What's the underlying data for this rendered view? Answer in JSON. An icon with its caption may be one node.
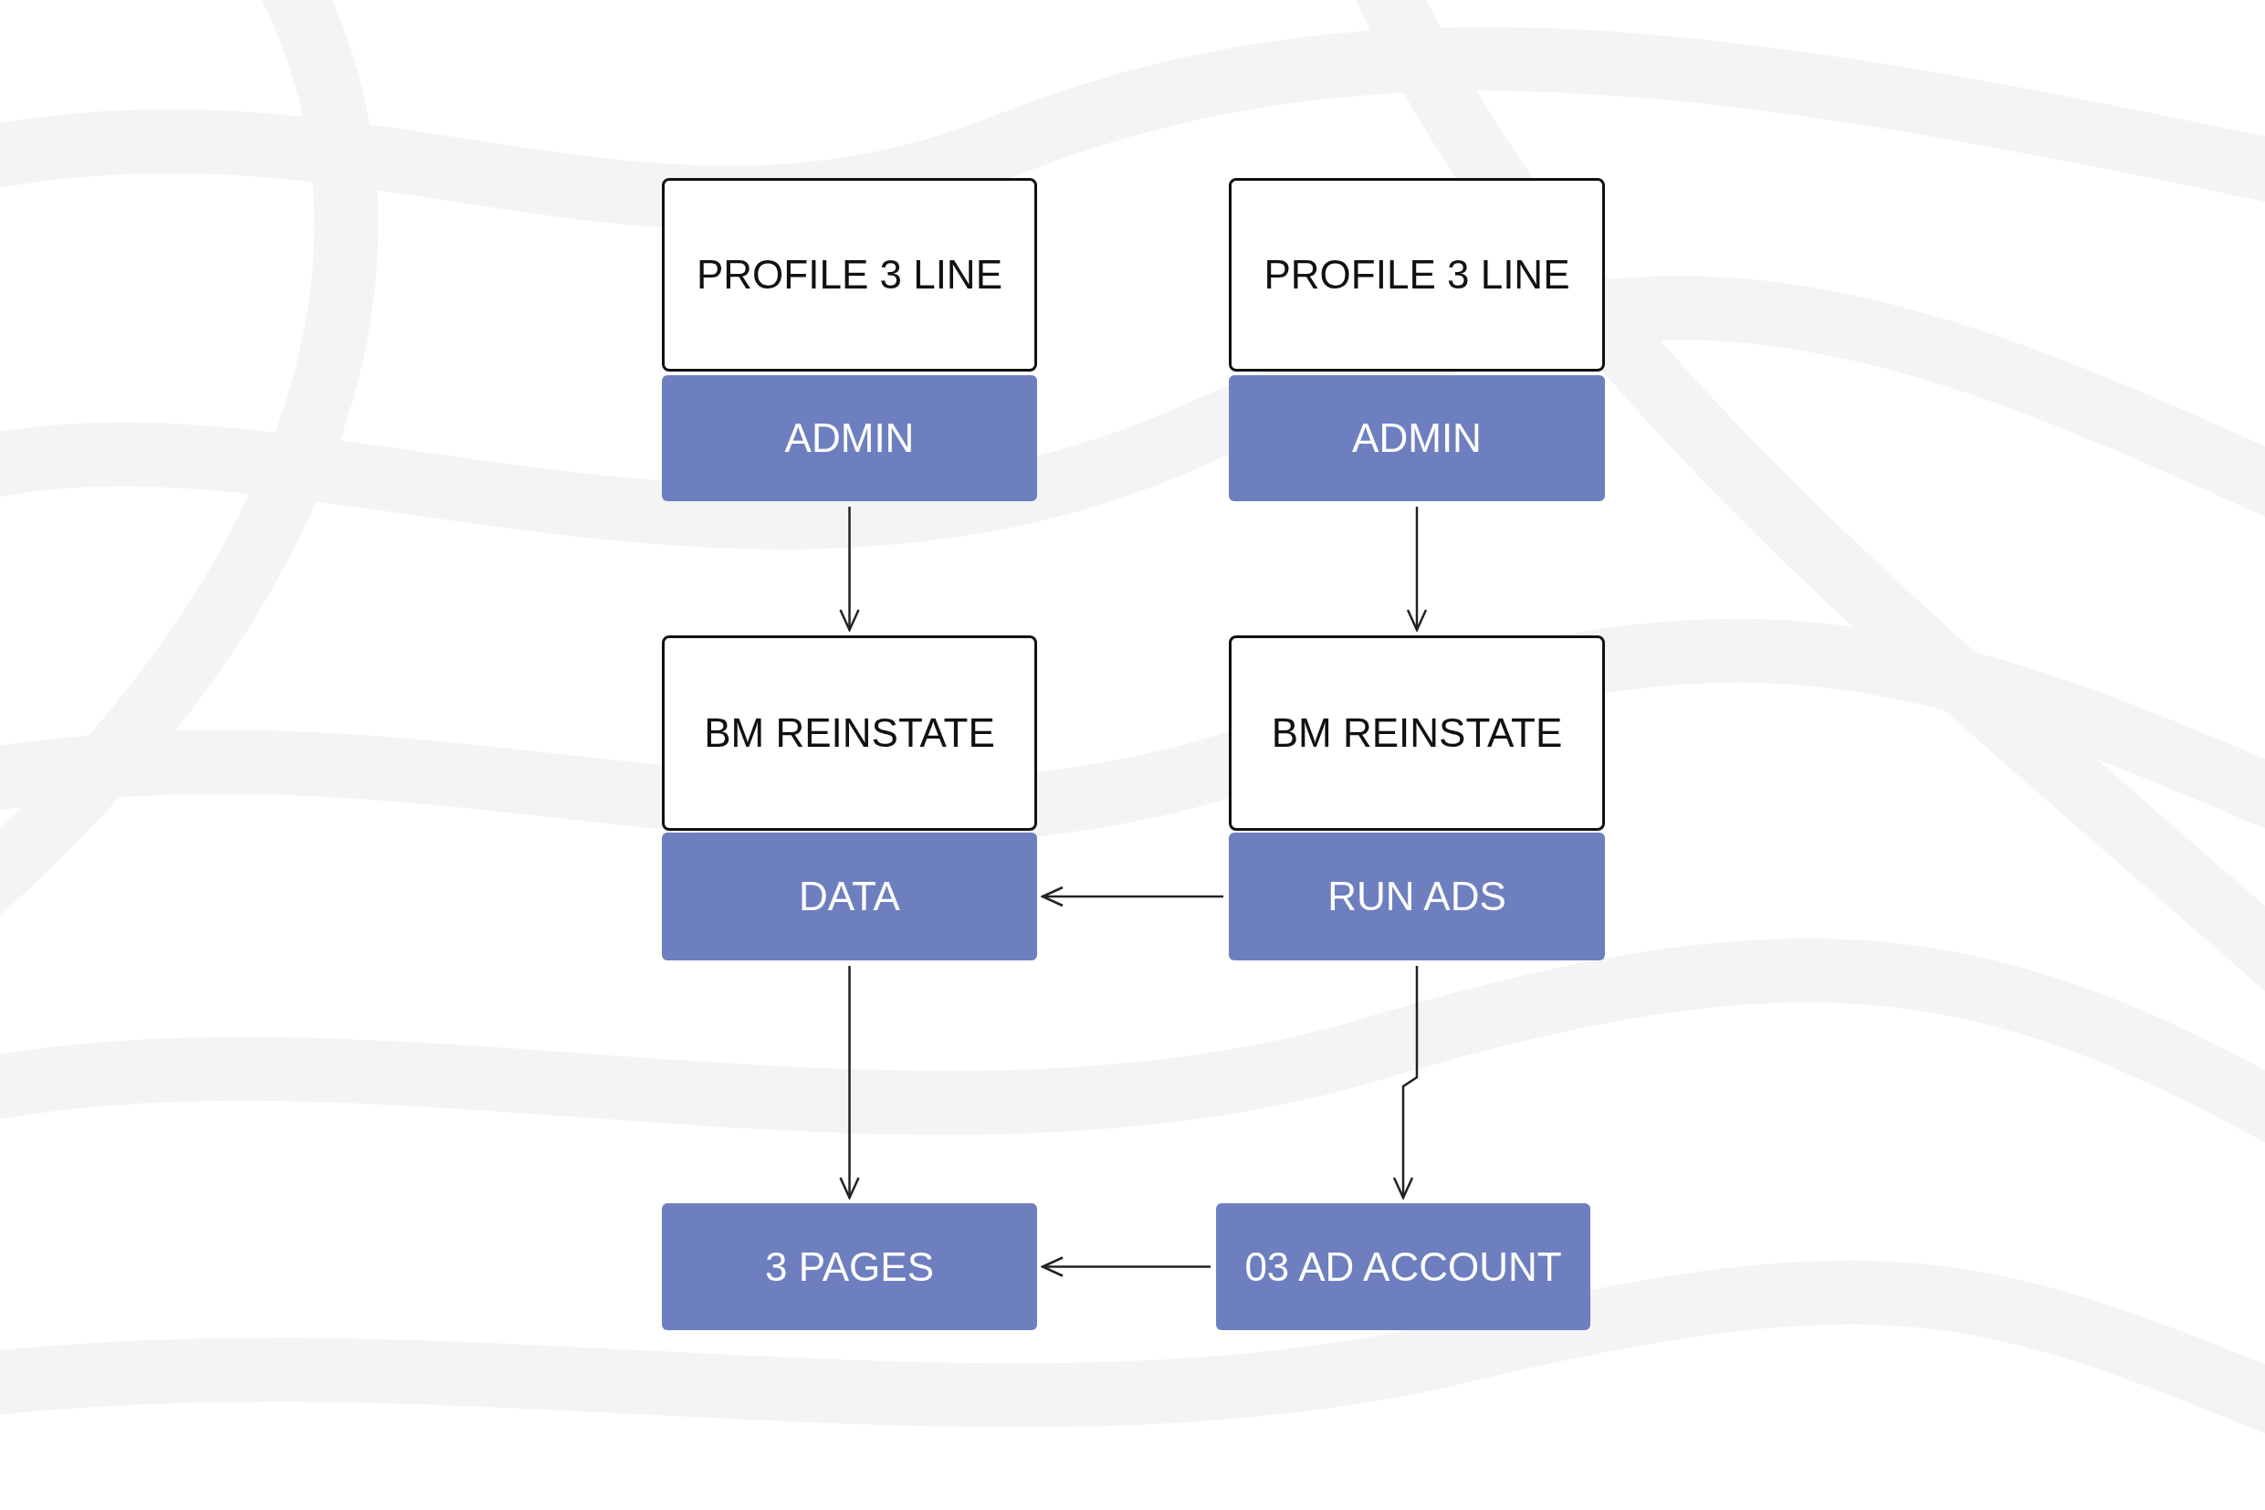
{
  "diagram": {
    "nodes": [
      {
        "text": [
          "PROFILE 3 LINE"
        ]
      },
      {
        "text": [
          "ADMIN"
        ]
      },
      {
        "text": [
          "PROFILE 3 LINE"
        ]
      },
      {
        "text": [
          "ADMIN"
        ]
      },
      {
        "text": [
          "BM REINSTATE"
        ]
      },
      {
        "text": [
          "DATA"
        ]
      },
      {
        "text": [
          "BM REINSTATE"
        ]
      },
      {
        "text": [
          "RUN ADS"
        ]
      },
      {
        "text": [
          "3 PAGES"
        ]
      },
      {
        "text": [
          "03 AD ACCOUNT"
        ]
      }
    ],
    "edges": [
      {
        "from": 1,
        "to": 4,
        "arrow": "to"
      },
      {
        "from": 3,
        "to": 6,
        "arrow": "to"
      },
      {
        "from": 7,
        "to": 5,
        "arrow": "to"
      },
      {
        "from": 5,
        "to": 8,
        "arrow": "to"
      },
      {
        "from": 7,
        "to": 9,
        "arrow": "to"
      },
      {
        "from": 9,
        "to": 8,
        "arrow": "to"
      }
    ]
  }
}
